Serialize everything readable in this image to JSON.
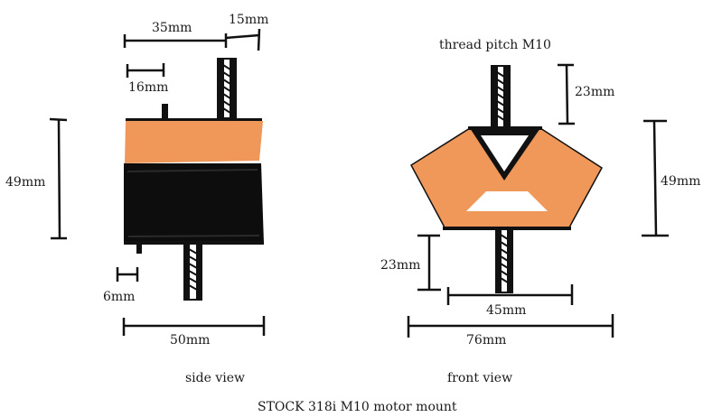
{
  "caption": "STOCK 318i M10 motor mount",
  "colors": {
    "rubber": "#f0975a",
    "body": "#0d0d0d",
    "line": "#111111"
  },
  "side_view": {
    "label": "side view",
    "dims": {
      "top_width": "35mm",
      "stud_offset": "15mm",
      "tab": "16mm",
      "height": "49mm",
      "pin": "6mm",
      "base_width": "50mm"
    }
  },
  "front_view": {
    "label": "front view",
    "thread_note": "thread pitch M10",
    "dims": {
      "top_stud": "23mm",
      "height": "49mm",
      "bottom_stud": "23mm",
      "bottom_width": "45mm",
      "overall_width": "76mm"
    }
  }
}
